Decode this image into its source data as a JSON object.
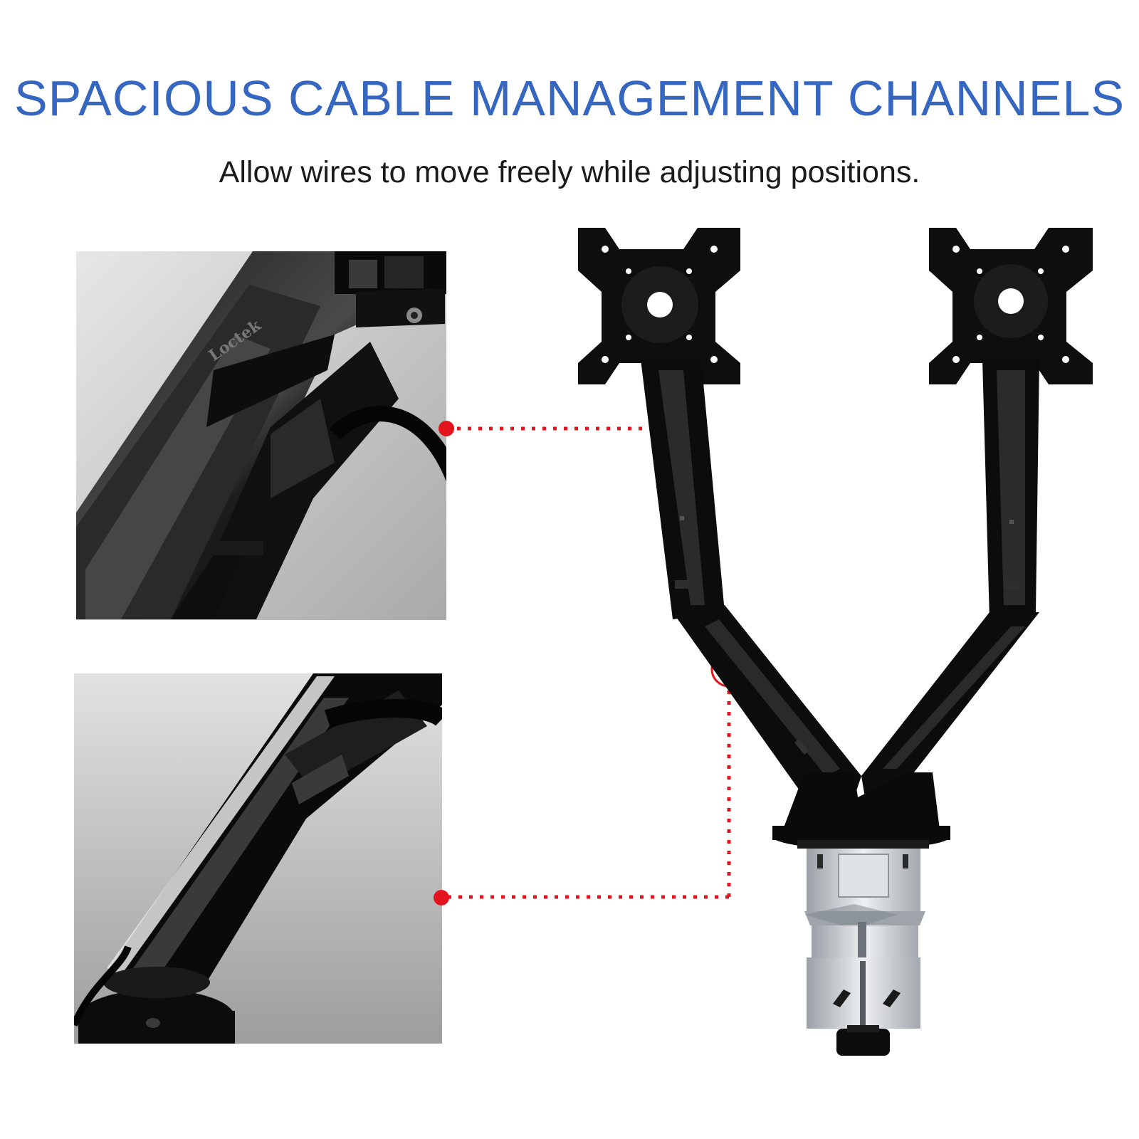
{
  "header": {
    "title": "SPACIOUS CABLE MANAGEMENT CHANNELS",
    "subtitle": "Allow wires to move freely while adjusting positions."
  },
  "photo_top": {
    "logo_text": "Loctek"
  },
  "colors": {
    "title": "#3566c0",
    "callout": "#e3141c",
    "arm": "#0b0b0b",
    "clamp": "#c8ccd0"
  }
}
